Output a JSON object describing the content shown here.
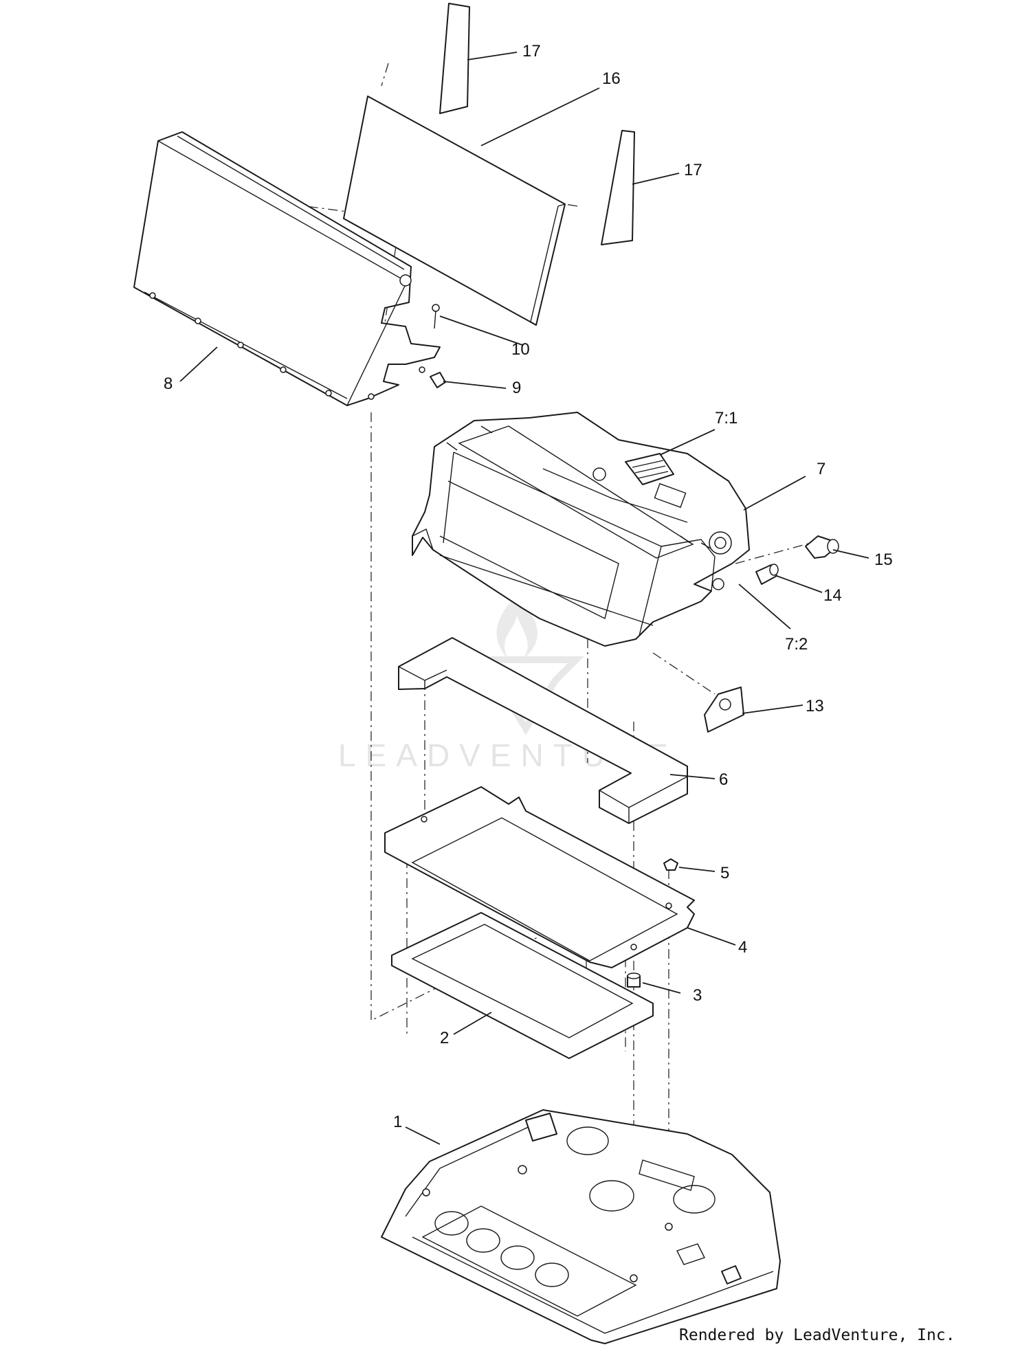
{
  "diagram": {
    "callouts": [
      "1",
      "2",
      "3",
      "4",
      "5",
      "6",
      "7",
      "7:1",
      "7:2",
      "8",
      "9",
      "10",
      "13",
      "14",
      "15",
      "16",
      "17",
      "17"
    ],
    "watermark": "LEADVENTURE",
    "footer": "Rendered by LeadVenture, Inc."
  }
}
